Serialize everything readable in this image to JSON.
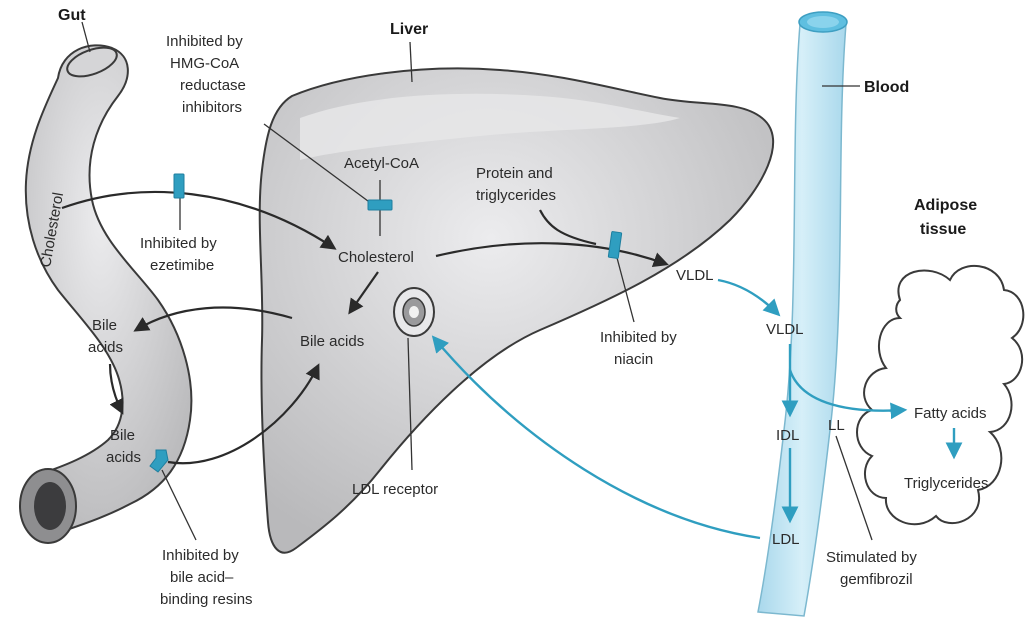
{
  "labels": {
    "gut": "Gut",
    "liver": "Liver",
    "blood": "Blood",
    "adipose": [
      "Adipose",
      "tissue"
    ],
    "cholesterol_gut": "Cholesterol",
    "hmg": [
      "Inhibited by",
      "HMG-CoA",
      "reductase",
      "inhibitors"
    ],
    "acetyl_coa": "Acetyl-CoA",
    "cholesterol_liver": "Cholesterol",
    "ezetimibe": [
      "Inhibited by",
      "ezetimibe"
    ],
    "protein_tg": [
      "Protein and",
      "triglycerides"
    ],
    "bile_acids_gut1": [
      "Bile",
      "acids"
    ],
    "bile_acids_gut2": [
      "Bile",
      "acids"
    ],
    "bile_acids_liver": "Bile acids",
    "ldl_receptor": "LDL receptor",
    "niacin": [
      "Inhibited by",
      "niacin"
    ],
    "vldl_out": "VLDL",
    "vldl_blood": "VLDL",
    "idl": "IDL",
    "ldl": "LDL",
    "ll": "LL",
    "fatty_acids": "Fatty acids",
    "triglycerides": "Triglycerides",
    "gemfibrozil": [
      "Stimulated by",
      "gemfibrozil"
    ],
    "resins": [
      "Inhibited by",
      "bile acid–",
      "binding resins"
    ]
  },
  "colors": {
    "accent": "#2f9ec0",
    "organ": "#c9c9cb",
    "vessel": "#bfe3f1"
  }
}
